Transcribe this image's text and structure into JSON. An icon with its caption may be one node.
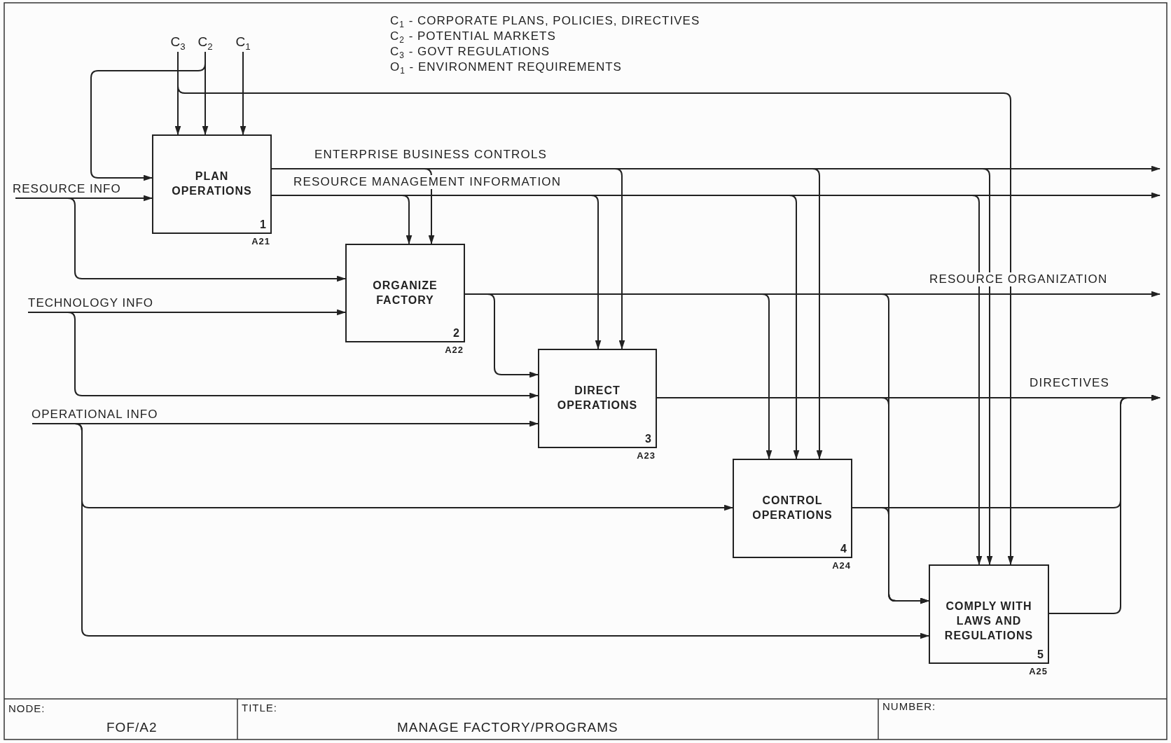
{
  "diagram": {
    "nodes": [
      {
        "text": [
          "C$_{3}$"
        ]
      },
      {
        "text": [
          "C$_{2}$"
        ]
      },
      {
        "text": [
          "C$_{1}$"
        ]
      },
      {
        "text": [
          "PLAN OPERATIONS",
          "1"
        ],
        "beside": [
          "A21"
        ]
      },
      {
        "text": [
          "RESOURCE INFO"
        ]
      },
      {
        "text": [
          "ORGANIZE FACTORY",
          "2"
        ],
        "beside": [
          "A22"
        ]
      },
      {
        "text": [
          "TECHNOLOGY INFO"
        ]
      },
      {
        "text": [
          "DIRECT OPERATIONS",
          "3"
        ],
        "beside": [
          "A23"
        ]
      },
      {
        "text": [
          "OPERATIONAL INFO"
        ]
      },
      {
        "text": [
          "CONTROL OPERATIONS",
          "4"
        ],
        "beside": [
          "A24"
        ]
      },
      {
        "text": [
          "COMPLY WITH LAWS AND REGULATIONS",
          "5"
        ],
        "beside": [
          "A25"
        ]
      }
    ],
    "edges": [
      {
        "from": 0,
        "to": 3,
        "arrow": "to"
      },
      {
        "from": 0,
        "to": 10,
        "arrow": "to"
      },
      {
        "from": 1,
        "to": 3,
        "arrow": "to"
      },
      {
        "from": 1,
        "to": 3,
        "arrow": "to"
      },
      {
        "from": 2,
        "to": 3,
        "arrow": "to"
      },
      {
        "from": 4,
        "to": 3,
        "arrow": "to"
      },
      {
        "from": 4,
        "to": 5,
        "arrow": "to"
      },
      {
        "from": 6,
        "to": 5,
        "arrow": "to"
      },
      {
        "from": 6,
        "to": 7,
        "arrow": "to"
      },
      {
        "from": 8,
        "to": 7,
        "arrow": "to"
      },
      {
        "from": 8,
        "to": 9,
        "arrow": "to"
      },
      {
        "from": 8,
        "to": 10,
        "arrow": "to"
      },
      {
        "from": 3,
        "to": null,
        "arrow": "to",
        "label": "ENTERPRISE BUSINESS CONTROLS"
      },
      {
        "from": 3,
        "to": 5,
        "arrow": "to"
      },
      {
        "from": 3,
        "to": 7,
        "arrow": "to"
      },
      {
        "from": 3,
        "to": 9,
        "arrow": "to"
      },
      {
        "from": 3,
        "to": 10,
        "arrow": "to"
      },
      {
        "from": 3,
        "to": null,
        "arrow": "to",
        "label": "RESOURCE MANAGEMENT INFORMATION"
      },
      {
        "from": 3,
        "to": 5,
        "arrow": "to"
      },
      {
        "from": 3,
        "to": 7,
        "arrow": "to"
      },
      {
        "from": 3,
        "to": 9,
        "arrow": "to"
      },
      {
        "from": 3,
        "to": 10,
        "arrow": "to"
      },
      {
        "from": 5,
        "to": null,
        "arrow": "to",
        "label": "RESOURCE ORGANIZATION"
      },
      {
        "from": 5,
        "to": 7,
        "arrow": "to"
      },
      {
        "from": 5,
        "to": 9,
        "arrow": "to"
      },
      {
        "from": 5,
        "to": 10,
        "arrow": "to"
      },
      {
        "from": 7,
        "to": null,
        "arrow": "to",
        "label": "DIRECTIVES"
      },
      {
        "from": 7,
        "to": 10,
        "arrow": "to"
      },
      {
        "from": 9,
        "to": null,
        "arrow": "to"
      },
      {
        "from": 9,
        "to": 10,
        "arrow": "to"
      },
      {
        "from": 10,
        "to": null,
        "arrow": "to"
      }
    ],
    "labels": [
      "C$_{1}$ - CORPORATE PLANS, POLICIES, DIRECTIVES",
      "C$_{2}$ - POTENTIAL MARKETS",
      "C$_{3}$ - GOVT REGULATIONS",
      "O$_{1}$ - ENVIRONMENT REQUIREMENTS",
      "NODE:",
      "FOF/A2",
      "TITLE:",
      "MANAGE FACTORY/PROGRAMS",
      "NUMBER:"
    ]
  }
}
